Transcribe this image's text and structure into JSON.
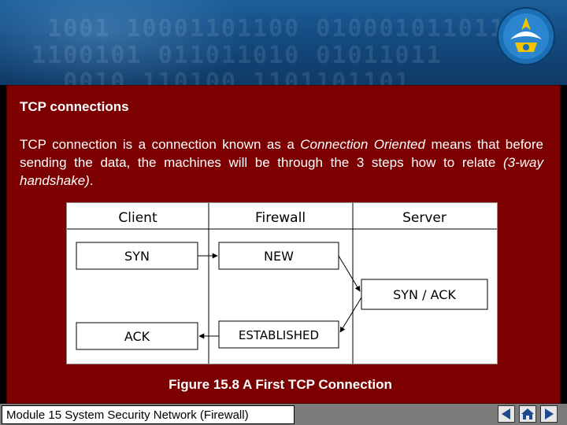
{
  "slide": {
    "title": "TCP connections",
    "paragraph": {
      "part1": "TCP connection is a connection known as a ",
      "emphasis1": "Connection Oriented",
      "part2": " means that before sending the data, the machines will be through the 3 steps how to relate ",
      "emphasis2": "(3-way handshake)",
      "part3": "."
    },
    "caption": "Figure 15.8 A First TCP Connection"
  },
  "diagram": {
    "headers": [
      "Client",
      "Firewall",
      "Server"
    ],
    "client_syn": "SYN",
    "firewall_new": "NEW",
    "server_synack": "SYN / ACK",
    "client_ack": "ACK",
    "firewall_established": "ESTABLISHED"
  },
  "footer": {
    "module_title": "Module 15 System Security Network (Firewall)"
  },
  "nav_icons": [
    "previous-arrow-icon",
    "home-icon",
    "next-arrow-icon"
  ],
  "colors": {
    "panel": "#7d0000",
    "header": "#134a80",
    "footer": "#7b7b7b"
  }
}
